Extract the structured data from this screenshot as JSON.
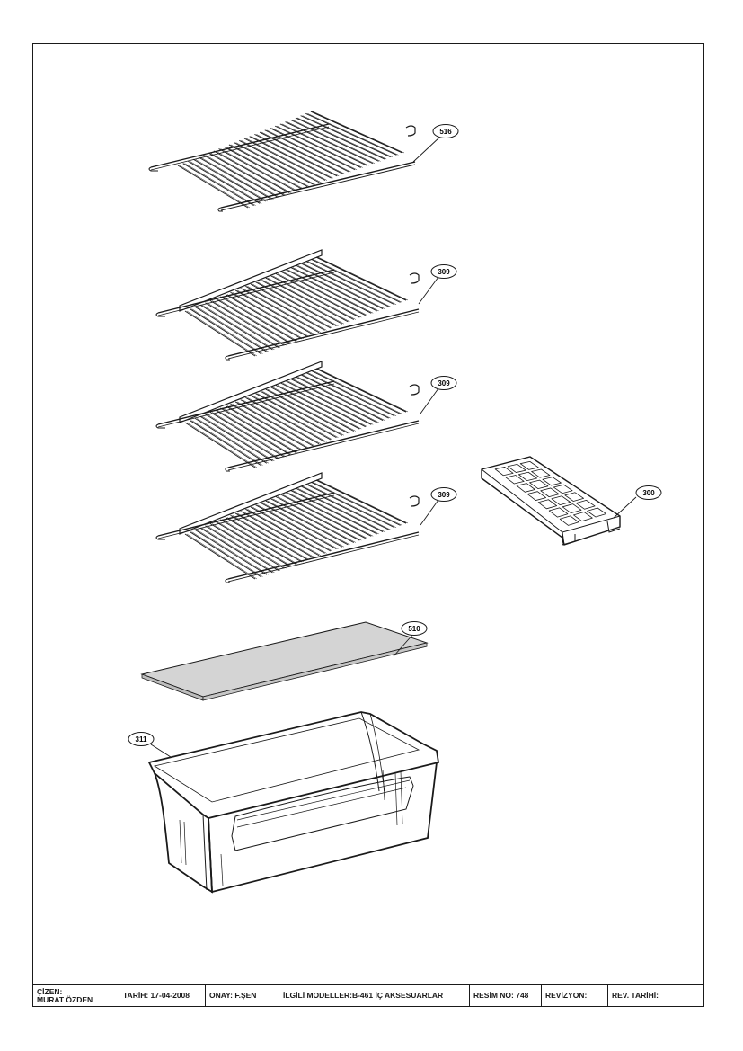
{
  "callouts": [
    {
      "id": "c516",
      "label": "516"
    },
    {
      "id": "c309a",
      "label": "309"
    },
    {
      "id": "c309b",
      "label": "309"
    },
    {
      "id": "c309c",
      "label": "309"
    },
    {
      "id": "c300",
      "label": "300"
    },
    {
      "id": "c510",
      "label": "510"
    },
    {
      "id": "c311",
      "label": "311"
    }
  ],
  "title_block": {
    "cizen_label": "ÇİZEN:",
    "cizen_name": "MURAT ÖZDEN",
    "tarih": "TARİH: 17-04-2008",
    "onay": "ONAY: F.ŞEN",
    "modeller": "İLGİLİ MODELLER:B-461 İÇ AKSESUARLAR",
    "resim_no": "RESİM NO: 748",
    "revizyon": "REVİZYON:",
    "rev_tarihi": "REV. TARİHİ:"
  },
  "colors": {
    "line": "#1a1a1a",
    "glass": "#d4d4d4",
    "paper": "#ffffff"
  }
}
